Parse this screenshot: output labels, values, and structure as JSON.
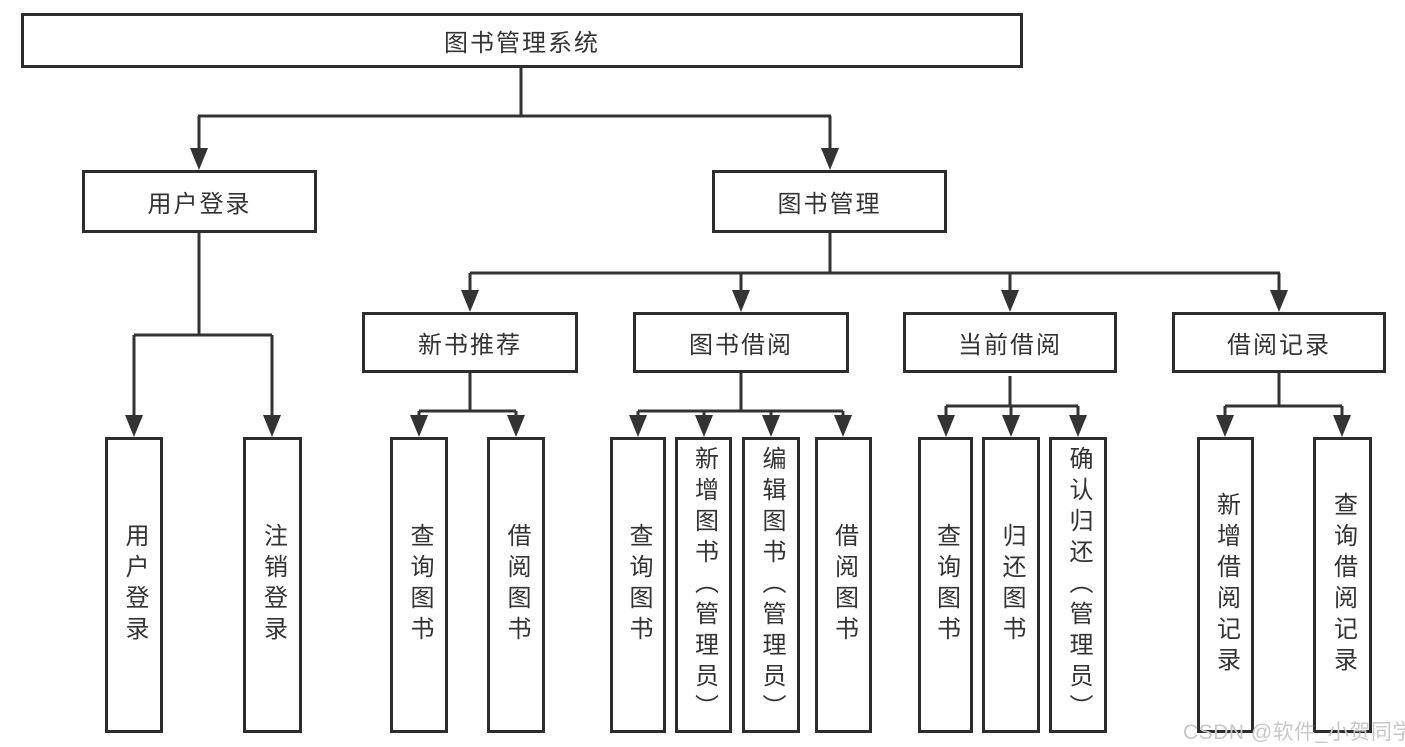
{
  "tree": {
    "label": "图书管理系统",
    "children": [
      {
        "label": "用户登录",
        "children": [
          {
            "label": "用户登录"
          },
          {
            "label": "注销登录"
          }
        ]
      },
      {
        "label": "图书管理",
        "children": [
          {
            "label": "新书推荐",
            "children": [
              {
                "label": "查询图书"
              },
              {
                "label": "借阅图书"
              }
            ]
          },
          {
            "label": "图书借阅",
            "children": [
              {
                "label": "查询图书"
              },
              {
                "label": "新增图书（管理员）"
              },
              {
                "label": "编辑图书（管理员）"
              },
              {
                "label": "借阅图书"
              }
            ]
          },
          {
            "label": "当前借阅",
            "children": [
              {
                "label": "查询图书"
              },
              {
                "label": "归还图书"
              },
              {
                "label": "确认归还（管理员）"
              }
            ]
          },
          {
            "label": "借阅记录",
            "children": [
              {
                "label": "新增借阅记录"
              },
              {
                "label": "查询借阅记录"
              }
            ]
          }
        ]
      }
    ]
  },
  "watermark": {
    "text": "CSDN @软件_小贺同学"
  },
  "colors": {
    "line": "#333333",
    "border": "#2d2d2d",
    "text": "#333333",
    "watermark": "#c8c8c8",
    "background": "#ffffff"
  }
}
